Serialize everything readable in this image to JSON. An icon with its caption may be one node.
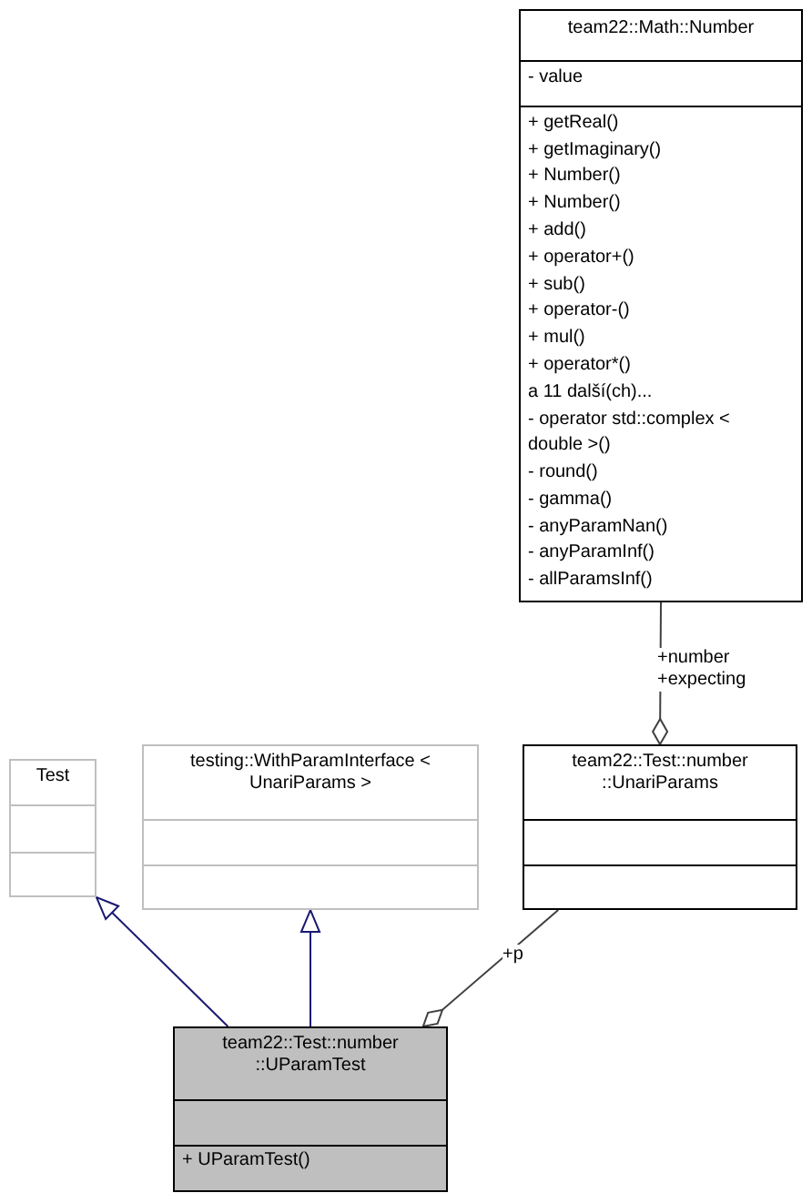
{
  "diagram": {
    "nodes": [
      {
        "text": [
          "team22::Math::Number",
          "- value",
          "+ getReal()",
          "+ getImaginary()",
          "+ Number()",
          "+ Number()",
          "+ add()",
          "+ operator+()",
          "+ sub()",
          "+ operator-()",
          "+ mul()",
          "+ operator*()",
          "a 11 další(ch)...",
          "- operator std::complex < double >()",
          "- round()",
          "- gamma()",
          "- anyParamNan()",
          "- anyParamInf()",
          "- allParamsInf()"
        ]
      },
      {
        "text": [
          "Test"
        ]
      },
      {
        "text": [
          "testing::WithParamInterface < UnariParams >"
        ]
      },
      {
        "text": [
          "team22::Test::number ::UnariParams"
        ]
      },
      {
        "text": [
          "team22::Test::number ::UParamTest",
          "+ UParamTest()"
        ]
      }
    ],
    "edges": [
      {
        "from": 4,
        "to": 1,
        "arrow": "to",
        "color": "#191970"
      },
      {
        "from": 4,
        "to": 2,
        "arrow": "to",
        "color": "#191970"
      },
      {
        "from": 3,
        "to": 4,
        "arrow": "other",
        "label": "+p",
        "color": "#404040"
      },
      {
        "from": 0,
        "to": 3,
        "arrow": "other",
        "label": "+number +expecting",
        "color": "#404040"
      }
    ]
  }
}
